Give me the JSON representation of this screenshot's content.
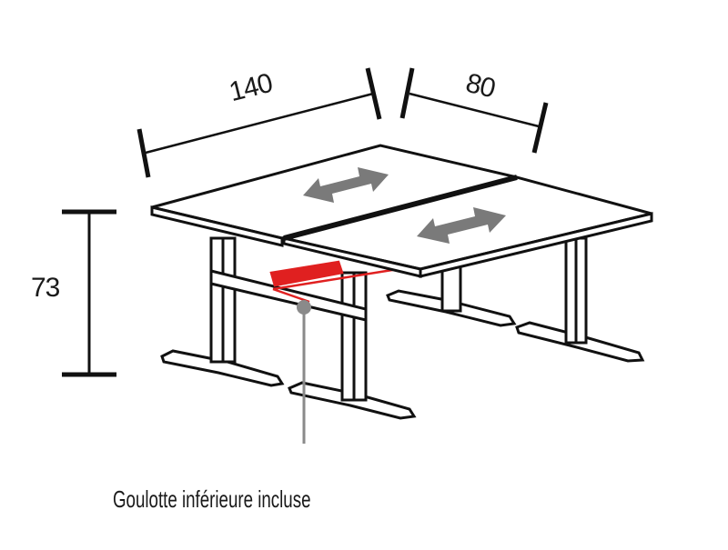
{
  "diagram": {
    "subject": "double bench desk with sliding tops",
    "dimensions": {
      "width": {
        "label": "140"
      },
      "depth": {
        "label": "80"
      },
      "height": {
        "label": "73"
      }
    },
    "annotations": {
      "cable_tray_caption": "Goulotte inférieure incluse"
    },
    "colors": {
      "line": "#111111",
      "cable_tray": "#e02020",
      "slide_arrow": "#7a7a7a",
      "leader": "#8a8a8a",
      "background": "#ffffff"
    }
  }
}
